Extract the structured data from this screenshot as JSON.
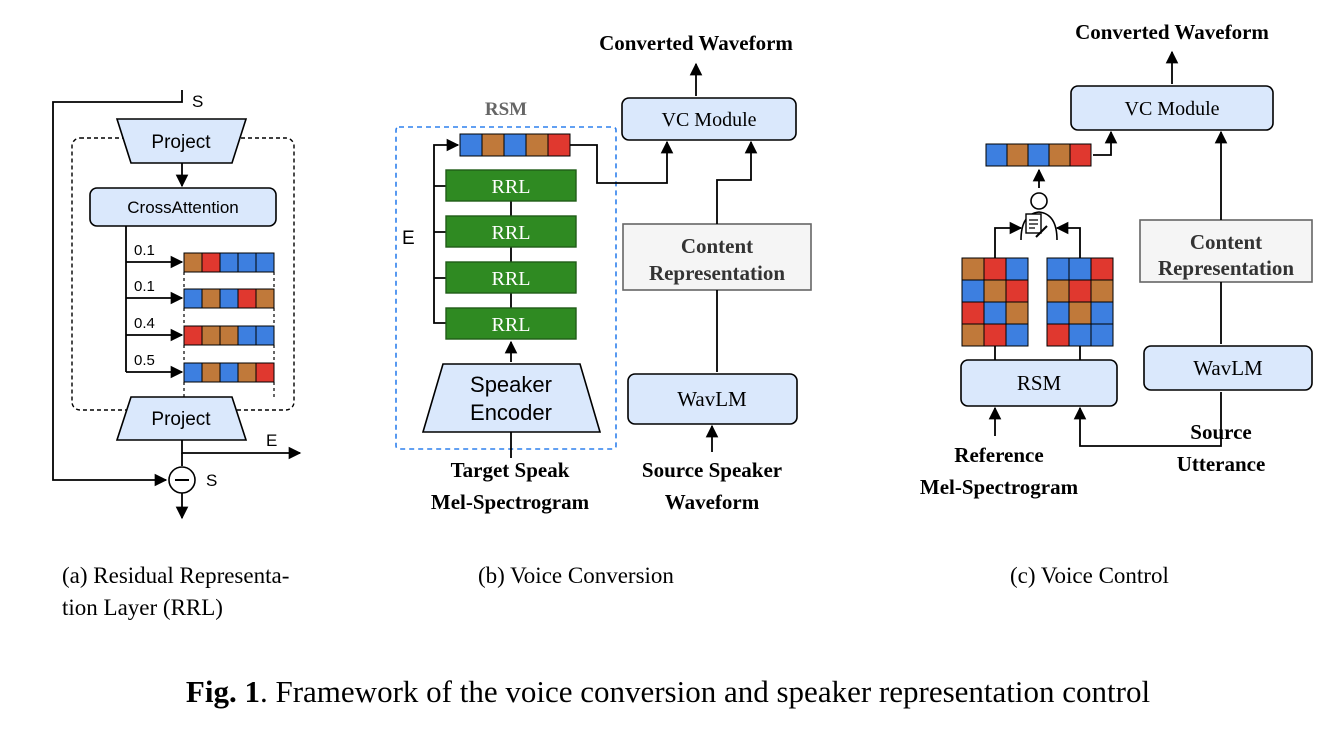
{
  "panel_a": {
    "s_top": "S",
    "project_top": "Project",
    "cross_attention": "CrossAttention",
    "weights": [
      "0.1",
      "0.1",
      "0.4",
      "0.5"
    ],
    "project_bottom": "Project",
    "e_out": "E",
    "s_bottom": "S",
    "caption_line1": "(a)  Residual  Representa-",
    "caption_line2": "tion Layer (RRL)"
  },
  "panel_b": {
    "converted": "Converted Waveform",
    "vc_module": "VC Module",
    "rsm": "RSM",
    "e_label": "E",
    "rrl": [
      "RRL",
      "RRL",
      "RRL",
      "RRL"
    ],
    "speaker_encoder_line1": "Speaker",
    "speaker_encoder_line2": "Encoder",
    "content_line1": "Content",
    "content_line2": "Representation",
    "wavlm": "WavLM",
    "target_line1": "Target Speak",
    "target_line2": "Mel-Spectrogram",
    "source_line1": "Source Speaker",
    "source_line2": "Waveform",
    "caption": "(b)  Voice Conversion"
  },
  "panel_c": {
    "converted": "Converted Waveform",
    "vc_module": "VC Module",
    "content_line1": "Content",
    "content_line2": "Representation",
    "wavlm": "WavLM",
    "rsm": "RSM",
    "reference_line1": "Reference",
    "reference_line2": "Mel-Spectrogram",
    "source_line1": "Source",
    "source_line2": "Utterance",
    "caption": "(c)  Voice Control"
  },
  "figure_caption": {
    "label": "Fig. 1",
    "text": ". Framework of the voice conversion and speaker representation control"
  },
  "colors": {
    "blue": "#3d7fe0",
    "brown": "#c0793a",
    "red": "#e0382f",
    "box_fill": "#dae8fc",
    "green": "#2f8a22",
    "dashed_blue": "#2f80ed"
  },
  "strips": {
    "a_row1": [
      "brown",
      "red",
      "blue",
      "blue",
      "blue"
    ],
    "a_row2": [
      "blue",
      "brown",
      "blue",
      "red",
      "brown"
    ],
    "a_row3": [
      "red",
      "brown",
      "brown",
      "blue",
      "blue"
    ],
    "a_row4": [
      "blue",
      "brown",
      "blue",
      "brown",
      "red"
    ],
    "b_output": [
      "blue",
      "brown",
      "blue",
      "brown",
      "red"
    ],
    "c_output": [
      "blue",
      "brown",
      "blue",
      "brown",
      "red"
    ]
  },
  "grids": {
    "c_left": [
      [
        "brown",
        "red",
        "blue"
      ],
      [
        "blue",
        "brown",
        "red"
      ],
      [
        "red",
        "blue",
        "brown"
      ],
      [
        "brown",
        "red",
        "blue"
      ]
    ],
    "c_right": [
      [
        "blue",
        "blue",
        "red"
      ],
      [
        "brown",
        "red",
        "brown"
      ],
      [
        "blue",
        "brown",
        "blue"
      ],
      [
        "red",
        "blue",
        "blue"
      ]
    ]
  }
}
